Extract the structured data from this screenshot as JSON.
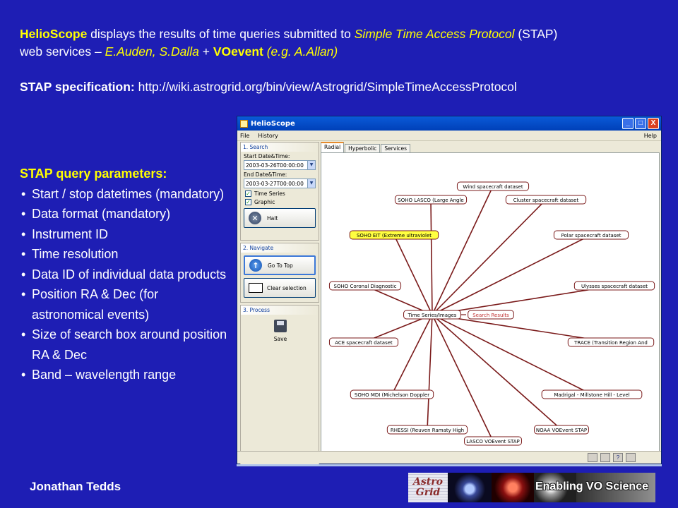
{
  "slide": {
    "intro_brand": "HelioScope",
    "intro_text_1": " displays the results of time queries submitted to ",
    "intro_protocol": "Simple Time Access Protocol",
    "intro_text_2": " (STAP)",
    "intro_text_3": "web services – ",
    "intro_authors": "E.Auden, S.Dalla",
    "intro_plus": " + ",
    "intro_voevent": "VOevent",
    "intro_eg": " (e.g. A.Allan)",
    "spec_label": "STAP specification:",
    "spec_url": " http://wiki.astrogrid.org/bin/view/Astrogrid/SimpleTimeAccessProtocol",
    "params_title": "STAP query parameters:",
    "params": [
      "Start / stop datetimes (mandatory)",
      "Data format (mandatory)",
      "Instrument ID",
      "Time resolution",
      "Data ID of individual data products",
      "Position RA & Dec (for astronomical events)",
      "Size of search box around position RA & Dec",
      "Band – wavelength range"
    ],
    "author": "Jonathan Tedds",
    "logo_text_1": "Astro",
    "logo_text_2": "Grid",
    "tagline": "Enabling VO Science"
  },
  "window": {
    "title": "HelioScope",
    "menu": [
      "File",
      "History"
    ],
    "help": "Help",
    "btn_min": "_",
    "btn_max": "□",
    "btn_close": "X"
  },
  "search": {
    "title": "1. Search",
    "start_label": "Start Date&Time:",
    "start_value": "2003-03-26T00:00:00",
    "end_label": "End Date&Time:",
    "end_value": "2003-03-27T00:00:00",
    "time_series_label": "Time Series",
    "graphic_label": "Graphic",
    "halt_label": "Halt"
  },
  "navigate": {
    "title": "2. Navigate",
    "go_top_label": "Go To Top",
    "clear_label": "Clear selection"
  },
  "process": {
    "title": "3. Process",
    "save_label": "Save"
  },
  "tabs": [
    "Radial",
    "Hyperbolic",
    "Services"
  ],
  "graph": {
    "center": "Time Series/Images",
    "search_results": "Search Results",
    "edge_color": "#7a1a1a",
    "node_border": "#7a1a1a",
    "highlight_fill": "#ffff40",
    "nodes": [
      {
        "label": "Wind spacecraft dataset",
        "highlight": false
      },
      {
        "label": "SOHO LASCO (Large Angle",
        "highlight": false
      },
      {
        "label": "Cluster spacecraft dataset",
        "highlight": false
      },
      {
        "label": "SOHO EIT (Extreme ultraviolet",
        "highlight": true
      },
      {
        "label": "Polar spacecraft dataset",
        "highlight": false
      },
      {
        "label": "SOHO Coronal Diagnostic",
        "highlight": false
      },
      {
        "label": "Ulysses spacecraft dataset",
        "highlight": false
      },
      {
        "label": "ACE spacecraft dataset",
        "highlight": false
      },
      {
        "label": "TRACE (Transition Region And",
        "highlight": false
      },
      {
        "label": "SOHO MDI (Michelson Doppler",
        "highlight": false
      },
      {
        "label": "Madrigal - Millstone Hill - Level",
        "highlight": false
      },
      {
        "label": "RHESSI (Reuven Ramaty High",
        "highlight": false
      },
      {
        "label": "NOAA VOEvent STAP",
        "highlight": false
      },
      {
        "label": "LASCO VOEvent STAP",
        "highlight": false
      }
    ]
  }
}
